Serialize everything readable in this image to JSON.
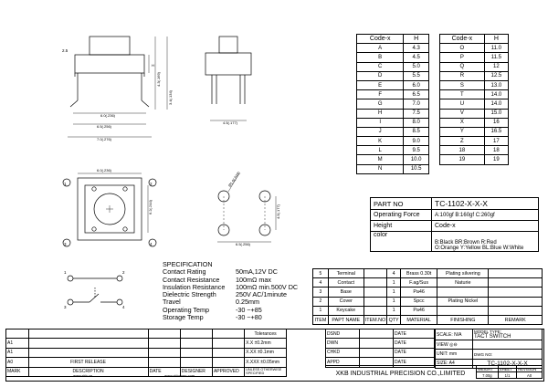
{
  "code_table_left": {
    "headers": [
      "Code-x",
      "H"
    ],
    "rows": [
      [
        "A",
        "4.3"
      ],
      [
        "B",
        "4.5"
      ],
      [
        "C",
        "5.0"
      ],
      [
        "D",
        "5.5"
      ],
      [
        "E",
        "6.0"
      ],
      [
        "F",
        "6.5"
      ],
      [
        "G",
        "7.0"
      ],
      [
        "H",
        "7.5"
      ],
      [
        "I",
        "8.0"
      ],
      [
        "J",
        "8.5"
      ],
      [
        "K",
        "9.0"
      ],
      [
        "L",
        "9.5"
      ],
      [
        "M",
        "10.0"
      ],
      [
        "N",
        "10.5"
      ]
    ]
  },
  "code_table_right": {
    "headers": [
      "Code-x",
      "H"
    ],
    "rows": [
      [
        "O",
        "11.0"
      ],
      [
        "P",
        "11.5"
      ],
      [
        "Q",
        "12"
      ],
      [
        "R",
        "12.5"
      ],
      [
        "S",
        "13.0"
      ],
      [
        "T",
        "14.0"
      ],
      [
        "U",
        "14.0"
      ],
      [
        "V",
        "15.0"
      ],
      [
        "X",
        "16"
      ],
      [
        "Y",
        "16.5"
      ],
      [
        "Z",
        "17"
      ],
      [
        "18",
        "18"
      ],
      [
        "19",
        "19"
      ]
    ]
  },
  "part_no": {
    "label": "PART NO",
    "value": "TC-1102-X-X-X",
    "operating_force_label": "Operating Force",
    "operating_force_value": "A:100gf B:160gf C:260gf",
    "height_label": "Height",
    "height_value": "Code-x",
    "color_label": "color",
    "color_value_1": "B:Black BR:Brown R:Red",
    "color_value_2": "O:Orange Y:Yellow BL:Blue W:White"
  },
  "specification": {
    "title": "SPECIFICATION",
    "rows": [
      [
        "Contact  Rating",
        "50mA,12V DC"
      ],
      [
        "Contact  Resistance",
        "100mΩ max"
      ],
      [
        "Insulation Resistance",
        "100mΩ min.500V DC"
      ],
      [
        "Dielectric  Strength",
        "250V AC/1minute"
      ],
      [
        "Travel",
        "0.25mm"
      ],
      [
        "Operating Temp",
        "-30    ~+85"
      ],
      [
        "Storage Temp",
        "-30    ~+80"
      ]
    ]
  },
  "bom": {
    "rows": [
      [
        "5",
        "Terminal",
        "",
        "4",
        "Brass  0.30t",
        "Plating silvering",
        ""
      ],
      [
        "4",
        "Contact",
        "",
        "1",
        "F.ag/Sus",
        "Naturie",
        ""
      ],
      [
        "3",
        "Base",
        "",
        "1",
        "Pa46",
        "",
        ""
      ],
      [
        "2",
        "Cover",
        "",
        "1",
        "Spcc",
        "Plating Nickel",
        ""
      ],
      [
        "1",
        "Keycake",
        "",
        "1",
        "Pa46",
        "",
        ""
      ]
    ],
    "header": [
      "ITEM",
      "PAPT NAME",
      "ITEM.NO",
      "QTY",
      "MATERIAL",
      "FINISHING",
      "REMARK"
    ]
  },
  "title_block": {
    "company": "XKB INDUSTRIAL PRECISION CO.,LIMITED",
    "model_type_label": "MODEL TYPE:",
    "model_type_value": "TACT SWITCH",
    "scale_label": "SCALE: N/A",
    "view_label": "VIEW",
    "unit_label": "UNIT: mm",
    "size_label": "SIZE: A4",
    "dwg_no_label": "DWG NO:",
    "dwg_no_value": "TC-1102-X-X-X",
    "weight_label": "WEIGHT",
    "weight_value": "7.00g",
    "sheet_label": "SHEET",
    "sheet_value": "1/1",
    "revision_label": "REVISION",
    "revision_value": "A0",
    "dsnd": "DSND",
    "chkd": "CHKD",
    "appd": "APPD",
    "dwn": "DWN",
    "date": "DATE",
    "tolerances_label": "Tolerances",
    "tol_1": "X.X",
    "tol_1v": "±0.2mm",
    "tol_2": "X.XX",
    "tol_2v": "±0.1mm",
    "tol_3": "X.XXX",
    "tol_3v": "±0.05mm",
    "unless": "UNLESS OTHERWISE SPECIFIED",
    "website_1": "www.xkb.cn",
    "website_2": "www.xkbconn.com",
    "rev_rows": [
      "A1",
      "A1",
      "A0"
    ],
    "rev_headers": [
      "MARK",
      "DESCRIPTION",
      "DATE",
      "DESIGNER",
      "APPROVED"
    ],
    "first_release": "FIRST RELEASE"
  },
  "dims": {
    "w1": "6.0(.236)",
    "w2": "6.0(.236)",
    "w3": "6.2(.244)",
    "w4": "6.5(.256)",
    "w5": "7.0(.276)",
    "h1": "H",
    "h2": "3.4(.134)",
    "h3": "4.3(.169)",
    "lead1": "4.5(.177)",
    "lead2": "4.5(.177)",
    "pcb1": "4.5(.177)",
    "pcb2": "6.5(.256)",
    "hole": "Ø1.0(.039)"
  }
}
